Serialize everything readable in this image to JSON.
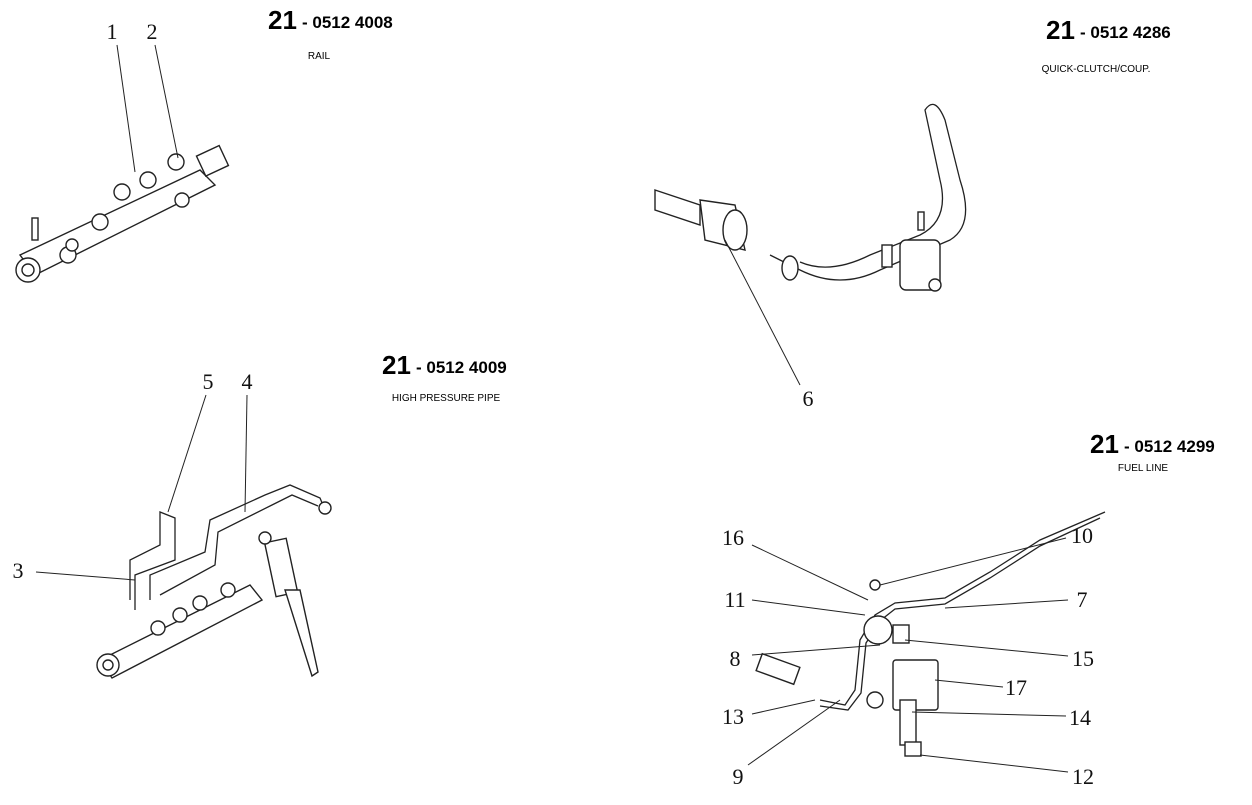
{
  "groups": [
    {
      "prefix": "21",
      "code": "- 0512 4008",
      "name": "RAIL"
    },
    {
      "prefix": "21",
      "code": "- 0512 4286",
      "name": "QUICK-CLUTCH/COUP."
    },
    {
      "prefix": "21",
      "code": "- 0512 4009",
      "name": "HIGH PRESSURE PIPE"
    },
    {
      "prefix": "21",
      "code": "- 0512 4299",
      "name": "FUEL LINE"
    }
  ],
  "callouts": [
    "1",
    "2",
    "3",
    "4",
    "5",
    "6",
    "7",
    "8",
    "9",
    "10",
    "11",
    "12",
    "13",
    "14",
    "15",
    "16",
    "17"
  ]
}
